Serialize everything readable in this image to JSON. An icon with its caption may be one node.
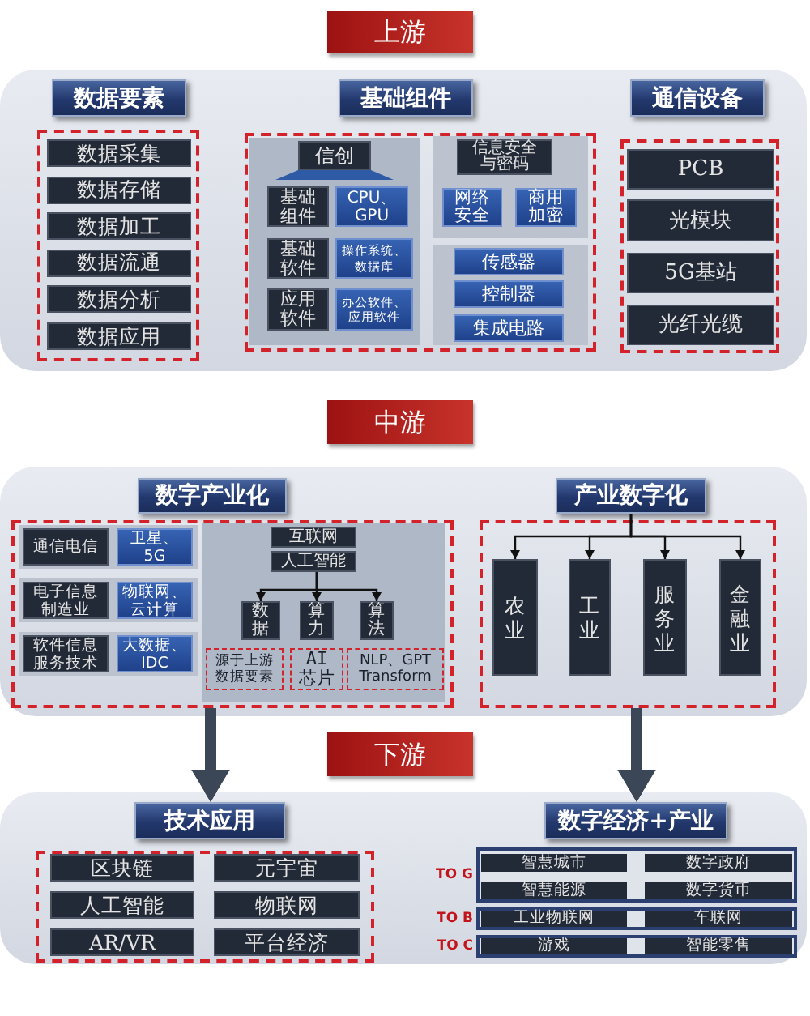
{
  "diagram": {
    "nodes": [
      {
        "text": [
          "上游"
        ]
      },
      {
        "text": [],
        "shape": "box"
      },
      {
        "text": [
          "数据要素"
        ],
        "in": 1
      },
      {
        "text": [
          "基础组件"
        ],
        "in": 1
      },
      {
        "text": [
          "通信设备"
        ],
        "in": 1
      },
      {
        "text": [],
        "shape": "box",
        "in": 1
      },
      {
        "text": [
          "数据采集"
        ],
        "in": 5
      },
      {
        "text": [
          "数据存储"
        ],
        "in": 5
      },
      {
        "text": [
          "数据加工"
        ],
        "in": 5
      },
      {
        "text": [
          "数据流通"
        ],
        "in": 5
      },
      {
        "text": [
          "数据分析"
        ],
        "in": 5
      },
      {
        "text": [
          "数据应用"
        ],
        "in": 5
      },
      {
        "text": [],
        "shape": "box",
        "in": 1
      },
      {
        "text": [],
        "shape": "box",
        "in": 12
      },
      {
        "text": [
          "信创"
        ],
        "in": 13
      },
      {
        "text": [
          "基础组件"
        ],
        "in": 13
      },
      {
        "text": [
          "CPU、GPU"
        ],
        "in": 13
      },
      {
        "text": [
          "基础软件"
        ],
        "in": 13
      },
      {
        "text": [
          "操作系统、数据库"
        ],
        "in": 13
      },
      {
        "text": [
          "应用软件"
        ],
        "in": 13
      },
      {
        "text": [
          "办公软件、应用软件"
        ],
        "in": 13
      },
      {
        "text": [],
        "shape": "box",
        "in": 12
      },
      {
        "text": [
          "信息安全与密码"
        ],
        "in": 21
      },
      {
        "text": [
          "网络安全"
        ],
        "in": 21
      },
      {
        "text": [
          "商用加密"
        ],
        "in": 21
      },
      {
        "text": [],
        "shape": "box",
        "in": 12
      },
      {
        "text": [
          "传感器"
        ],
        "in": 25
      },
      {
        "text": [
          "控制器"
        ],
        "in": 25
      },
      {
        "text": [
          "集成电路"
        ],
        "in": 25
      },
      {
        "text": [],
        "shape": "box",
        "in": 1
      },
      {
        "text": [
          "PCB"
        ],
        "in": 29
      },
      {
        "text": [
          "光模块"
        ],
        "in": 29
      },
      {
        "text": [
          "5G基站"
        ],
        "in": 29
      },
      {
        "text": [
          "光纤光缆"
        ],
        "in": 29
      },
      {
        "text": [
          "中游"
        ]
      },
      {
        "text": [],
        "shape": "box"
      },
      {
        "text": [
          "数字产业化"
        ],
        "in": 35
      },
      {
        "text": [
          "产业数字化"
        ],
        "in": 35
      },
      {
        "text": [],
        "shape": "box",
        "in": 35
      },
      {
        "text": [],
        "shape": "box",
        "in": 38
      },
      {
        "text": [
          "通信电信"
        ],
        "in": 39
      },
      {
        "text": [
          "卫星、5G"
        ],
        "in": 39
      },
      {
        "text": [],
        "shape": "box",
        "in": 38
      },
      {
        "text": [
          "电子信息制造业"
        ],
        "in": 42
      },
      {
        "text": [
          "物联网、云计算"
        ],
        "in": 42
      },
      {
        "text": [],
        "shape": "box",
        "in": 38
      },
      {
        "text": [
          "软件信息服务技术"
        ],
        "in": 45
      },
      {
        "text": [
          "大数据、IDC"
        ],
        "in": 45
      },
      {
        "text": [],
        "shape": "box",
        "in": 38
      },
      {
        "text": [
          "互联网"
        ],
        "in": 48
      },
      {
        "text": [
          "人工智能"
        ],
        "in": 48
      },
      {
        "text": [
          "数据"
        ],
        "in": 48
      },
      {
        "text": [
          "算力"
        ],
        "in": 48
      },
      {
        "text": [
          "算法"
        ],
        "in": 48
      },
      {
        "text": [
          "源于上游数据要素"
        ],
        "in": 48
      },
      {
        "text": [
          "AI芯片"
        ],
        "in": 48
      },
      {
        "text": [
          "NLP、GPT Transform"
        ],
        "in": 48
      },
      {
        "text": [],
        "shape": "box",
        "in": 35
      },
      {
        "text": [
          "农业"
        ],
        "in": 57
      },
      {
        "text": [
          "工业"
        ],
        "in": 57
      },
      {
        "text": [
          "服务业"
        ],
        "in": 57
      },
      {
        "text": [
          "金融业"
        ],
        "in": 57
      },
      {
        "text": [
          "下游"
        ]
      },
      {
        "text": [],
        "shape": "box"
      },
      {
        "text": [
          "技术应用"
        ],
        "in": 63
      },
      {
        "text": [
          "数字经济+产业"
        ],
        "in": 63
      },
      {
        "text": [],
        "shape": "box",
        "in": 63
      },
      {
        "text": [
          "区块链"
        ],
        "in": 66
      },
      {
        "text": [
          "元宇宙"
        ],
        "in": 66
      },
      {
        "text": [
          "人工智能"
        ],
        "in": 66
      },
      {
        "text": [
          "物联网"
        ],
        "in": 66
      },
      {
        "text": [
          "AR/VR"
        ],
        "in": 66
      },
      {
        "text": [
          "平台经济"
        ],
        "in": 66
      },
      {
        "text": [],
        "shape": "box",
        "beside": [
          "TO G"
        ],
        "in": 63
      },
      {
        "text": [
          "智慧城市"
        ],
        "in": 73
      },
      {
        "text": [
          "数字政府"
        ],
        "in": 73
      },
      {
        "text": [
          "智慧能源"
        ],
        "in": 73
      },
      {
        "text": [
          "数字货币"
        ],
        "in": 73
      },
      {
        "text": [],
        "shape": "box",
        "beside": [
          "TO B"
        ],
        "in": 63
      },
      {
        "text": [
          "工业物联网"
        ],
        "in": 78
      },
      {
        "text": [
          "车联网"
        ],
        "in": 78
      },
      {
        "text": [],
        "shape": "box",
        "beside": [
          "TO C"
        ],
        "in": 63
      },
      {
        "text": [
          "游戏"
        ],
        "in": 81
      },
      {
        "text": [
          "智能零售"
        ],
        "in": 81
      }
    ],
    "edges": [
      {
        "from": 50,
        "to": 51,
        "arrow": "to"
      },
      {
        "from": 50,
        "to": 52,
        "arrow": "to"
      },
      {
        "from": 50,
        "to": 53,
        "arrow": "to"
      },
      {
        "from": 37,
        "to": 58,
        "arrow": "to"
      },
      {
        "from": 37,
        "to": 59,
        "arrow": "to"
      },
      {
        "from": 37,
        "to": 60,
        "arrow": "to"
      },
      {
        "from": 37,
        "to": 61,
        "arrow": "to"
      },
      {
        "from": 38,
        "to": 64,
        "arrow": "to",
        "style": "thick",
        "color": "#3b4657"
      },
      {
        "from": 57,
        "to": 65,
        "arrow": "to",
        "style": "thick",
        "color": "#3b4657"
      }
    ]
  }
}
